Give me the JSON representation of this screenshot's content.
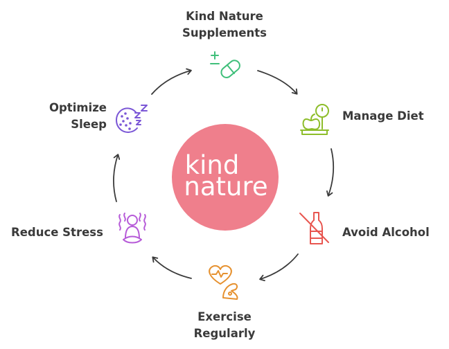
{
  "center": {
    "line1": "kind",
    "line2": "nature",
    "color": "#ef7f8c"
  },
  "steps": [
    {
      "id": "supplements",
      "line1": "Kind Nature",
      "line2": "Supplements",
      "icon": "pill-plus-minus-icon",
      "color": "#3fbf7a"
    },
    {
      "id": "diet",
      "line1": "Manage Diet",
      "line2": "",
      "icon": "scale-apple-icon",
      "color": "#8dbd2a"
    },
    {
      "id": "alcohol",
      "line1": "Avoid Alcohol",
      "line2": "",
      "icon": "no-bottle-icon",
      "color": "#e8554f"
    },
    {
      "id": "exercise",
      "line1": "Exercise",
      "line2": "Regularly",
      "icon": "heart-muscle-icon",
      "color": "#e6912f"
    },
    {
      "id": "stress",
      "line1": "Reduce Stress",
      "line2": "",
      "icon": "meditation-icon",
      "color": "#b65ad8"
    },
    {
      "id": "sleep",
      "line1": "Optimize",
      "line2": "Sleep",
      "icon": "sleep-moon-icon",
      "color": "#7b57d6"
    }
  ],
  "arrow_color": "#3a3a3a"
}
